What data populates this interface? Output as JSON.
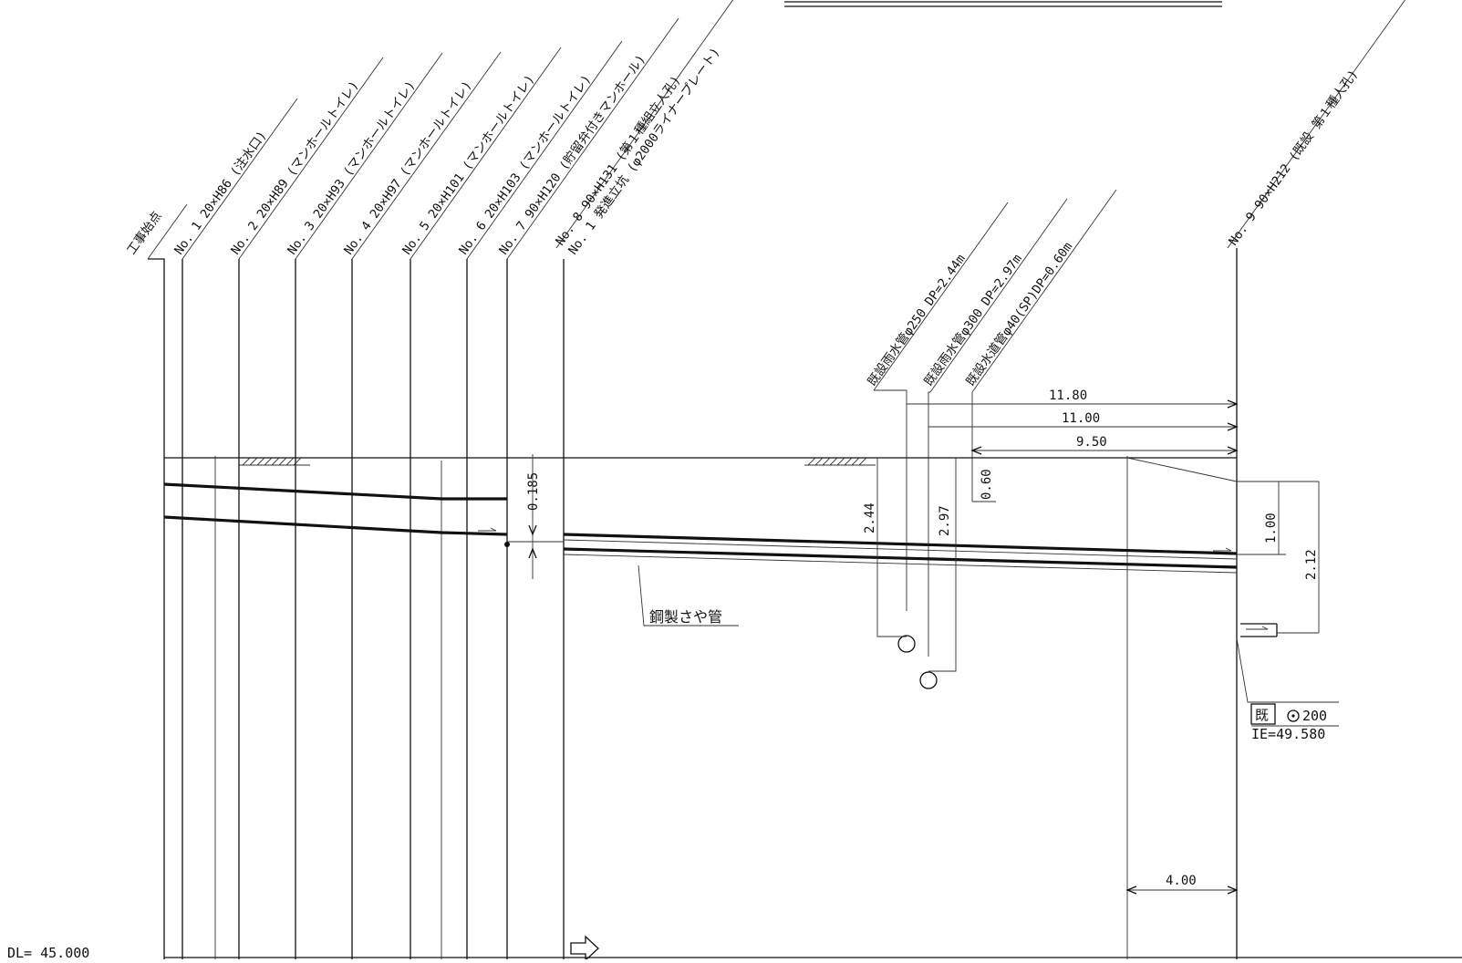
{
  "stations": [
    {
      "label": "工事始点"
    },
    {
      "label": "No. 1  20×H86  (注水口)"
    },
    {
      "label": "No. 2  20×H89  (マンホールトイレ)"
    },
    {
      "label": "No. 3  20×H93  (マンホールトイレ)"
    },
    {
      "label": "No. 4  20×H97  (マンホールトイレ)"
    },
    {
      "label": "No. 5  20×H101  (マンホールトイレ)"
    },
    {
      "label": "No. 6  20×H103  (マンホールトイレ)"
    },
    {
      "label": "No. 7  90×H120  (貯留弁付きマンホール)"
    },
    {
      "label": "No. 8  90×H131  (第１種組立人孔)"
    },
    {
      "label": "No. 1 発進立坑 (φ2000ライナープレート)"
    },
    {
      "label": "No. 9  90×H212  (既設 第１種人孔)"
    }
  ],
  "existing_pipes": [
    {
      "label": "既設雨水管φ250  DP=2.44m"
    },
    {
      "label": "既設雨水管φ300  DP=2.97m"
    },
    {
      "label": "既設水道管φ40(SP)DP=0.60m"
    }
  ],
  "dimensions": {
    "d1180": "11.80",
    "d1100": "11.00",
    "d950": "9.50",
    "d060": "0.60",
    "d244": "2.44",
    "d297": "2.97",
    "d100": "1.00",
    "d212": "2.12",
    "d0185": "0.185",
    "d400": "4.00"
  },
  "steel_casing_label": "鋼製さや管",
  "existing_box": {
    "mark": "既",
    "size": "200",
    "ie": "IE=49.580"
  },
  "datum_label": "DL= 45.000"
}
